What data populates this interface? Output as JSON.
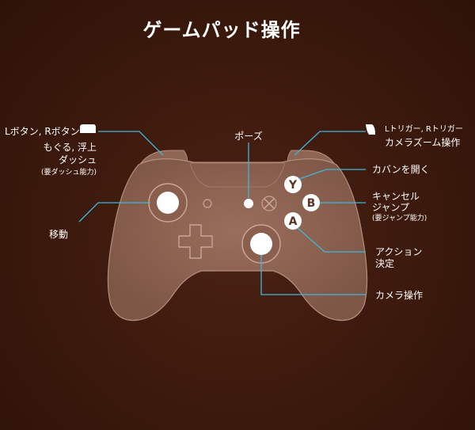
{
  "title": "ゲームパッド操作",
  "labels": {
    "lb_rb": "Lボタン, Rボタン",
    "dive_float_1": "もぐる, 浮上",
    "dive_float_2": "ダッシュ",
    "dive_float_note": "(要ダッシュ能力)",
    "pause": "ポーズ",
    "lt_rt": "Lトリガー, Rトリガー",
    "camera_zoom": "カメラズーム操作",
    "open_bag": "カバンを開く",
    "cancel": "キャンセル",
    "jump": "ジャンプ",
    "jump_note": "(要ジャンプ能力)",
    "move": "移動",
    "action_1": "アクション",
    "action_2": "決定",
    "camera_control": "カメラ操作"
  },
  "buttons": {
    "y": "Y",
    "b": "B",
    "a": "A"
  },
  "colors": {
    "background": "#3d1a0e",
    "controller": "#8e6453",
    "leader": "#3fb6dd",
    "face_button": "#ffffff"
  },
  "icons": {
    "bumper": "bumper-icon",
    "trigger": "trigger-icon",
    "logo": "xbox-logo-icon"
  }
}
